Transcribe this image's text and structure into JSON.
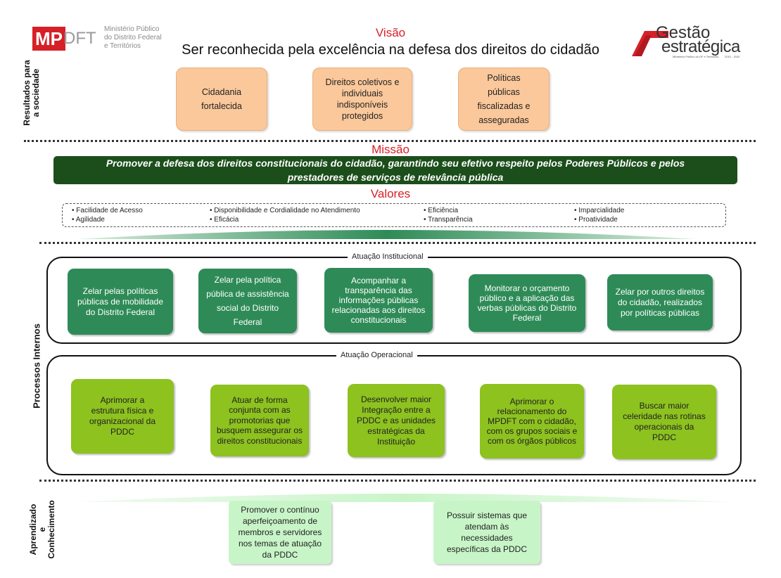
{
  "logo_left": {
    "mp": "MP",
    "dft": "DFT",
    "lines": [
      "Ministério Público",
      "do Distrito Federal",
      "e Territórios"
    ]
  },
  "logo_right": {
    "line1": "Gestão",
    "line2": "estratégica",
    "tagline": "Ministério Público do DF e Territórios",
    "years": "2010 - 2020"
  },
  "vision": {
    "title": "Visão",
    "text": "Ser reconhecida pela excelência na defesa dos direitos do cidadão"
  },
  "results": {
    "label_line1": "Resultados para",
    "label_line2": "a sociedade",
    "items": [
      "Cidadania fortalecida",
      "Direitos coletivos e individuais indisponíveis protegidos",
      "Políticas públicas fiscalizadas e asseguradas"
    ]
  },
  "mission": {
    "title": "Missão",
    "line1": "Promover a defesa dos direitos constitucionais do cidadão, garantindo seu efetivo respeito pelos Poderes Públicos e pelos",
    "line2": "prestadores de serviços de relevância pública"
  },
  "values": {
    "title": "Valores",
    "items": [
      "• Facilidade de Acesso",
      "• Agilidade",
      "• Disponibilidade e Cordialidade no Atendimento",
      "• Eficácia",
      "• Eficiência",
      "• Transparência",
      "• Imparcialidade",
      "• Proatividade"
    ]
  },
  "internal": {
    "label": "Processos Internos",
    "institutional": {
      "title": "Atuação Institucional",
      "items": [
        "Zelar pelas políticas públicas de mobilidade do Distrito Federal",
        "Zelar pela política pública de assistência social do Distrito Federal",
        "Acompanhar a transparência das informações públicas relacionadas aos direitos constitucionais",
        "Monitorar o orçamento público e a aplicação das verbas públicas do Distrito Federal",
        "Zelar por outros direitos do cidadão, realizados por políticas públicas"
      ]
    },
    "operational": {
      "title": "Atuação Operacional",
      "items": [
        "Aprimorar a estrutura física e organizacional da PDDC",
        "Atuar de forma conjunta com as promotorias que busquem assegurar os direitos constitucionais",
        "Desenvolver maior Integração entre a PDDC e as unidades estratégicas da Instituição",
        "Aprimorar o relacionamento do MPDFT com o cidadão, com os grupos sociais e com os órgãos públicos",
        "Buscar maior celeridade nas rotinas operacionais da PDDC"
      ]
    }
  },
  "learning": {
    "label_line1": "Aprendizado",
    "label_line2": "e",
    "label_line3": "Conhecimento",
    "items": [
      "Promover o contínuo aperfeiçoamento de membros e servidores nos temas de atuação da PDDC",
      "Possuir sistemas que atendam às necessidades específicas da PDDC"
    ]
  },
  "colors": {
    "accent_red": "#d62028",
    "result_orange": "#fbc89b",
    "mission_green": "#1b4e1b",
    "institutional_green": "#2e8b57",
    "operational_lime": "#8dc21f",
    "learning_mint": "#c8f5c8"
  }
}
